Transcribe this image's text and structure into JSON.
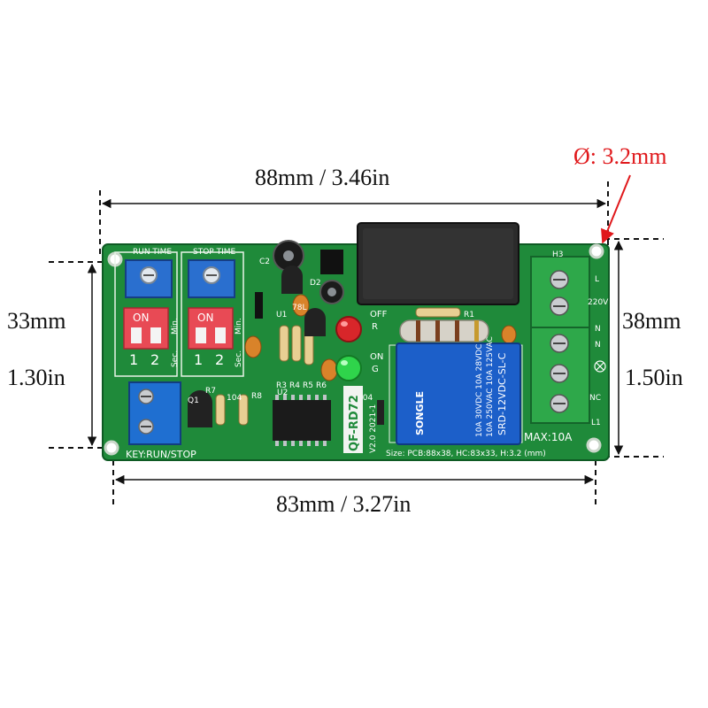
{
  "dimensions": {
    "top_width": "88mm / 3.46in",
    "bottom_width": "83mm / 3.27in",
    "left_height_mm": "33mm",
    "left_height_in": "1.30in",
    "right_height_mm": "38mm",
    "right_height_in": "1.50in",
    "hole_diameter": "Ø: 3.2mm"
  },
  "board": {
    "run_time_label": "RUN TIME",
    "stop_time_label": "STOP TIME",
    "dip_on": "ON",
    "dip_1": "1",
    "dip_2": "2",
    "min_label": "Min.",
    "sec_label": "Sec.",
    "off_label": "OFF",
    "on_label": "ON",
    "r_label": "R",
    "g_label": "G",
    "model": "QF-RD72",
    "version": "V2.0 2021-1",
    "key_label": "KEY:RUN/STOP",
    "max_label": "MAX:10A",
    "size_label": "Size: PCB:88x38, HC:83x33, H:3.2 (mm)",
    "relay_line1": "SRD-12VDC-SL-C",
    "relay_line2": "10A 250VAC  10A 125VAC",
    "relay_line3": "10A 30VDC  10A 28VDC",
    "relay_brand": "SONGLE",
    "terminal_labels": [
      "H3",
      "L",
      "220V",
      "N",
      "N",
      "NC",
      "L1"
    ],
    "component_labels": [
      "C2",
      "U1",
      "D2",
      "R1",
      "R3",
      "R4",
      "R5",
      "R6",
      "R7",
      "R8",
      "Q1",
      "U2",
      "104",
      "104",
      "78L"
    ]
  },
  "colors": {
    "pcb": "#1f8a3a",
    "pcb_dark": "#166b2c",
    "terminal_green": "#2ea84a",
    "terminal_blue": "#1f6fd1",
    "relay_blue": "#1c5fc9",
    "dip_red": "#e84a55",
    "dimension_red": "#e0181b"
  }
}
